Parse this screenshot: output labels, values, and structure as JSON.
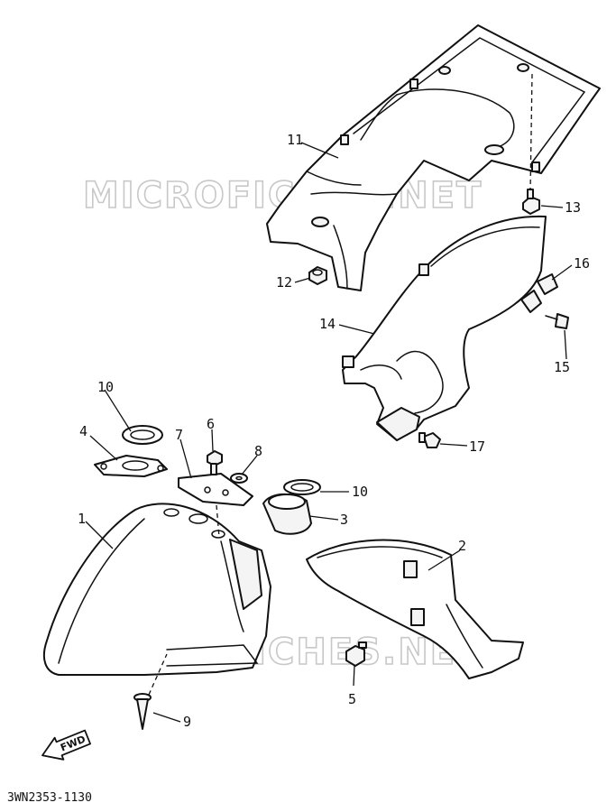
{
  "watermark": "MICROFICHES.NET",
  "diagram_code": "3WN2353-1130",
  "fwd_label": "FWD",
  "callouts": {
    "c1": "1",
    "c2": "2",
    "c3": "3",
    "c4": "4",
    "c5": "5",
    "c6": "6",
    "c7": "7",
    "c8": "8",
    "c9": "9",
    "c10a": "10",
    "c10b": "10",
    "c11": "11",
    "c12": "12",
    "c13": "13",
    "c14": "14",
    "c15": "15",
    "c16": "16",
    "c17": "17"
  }
}
